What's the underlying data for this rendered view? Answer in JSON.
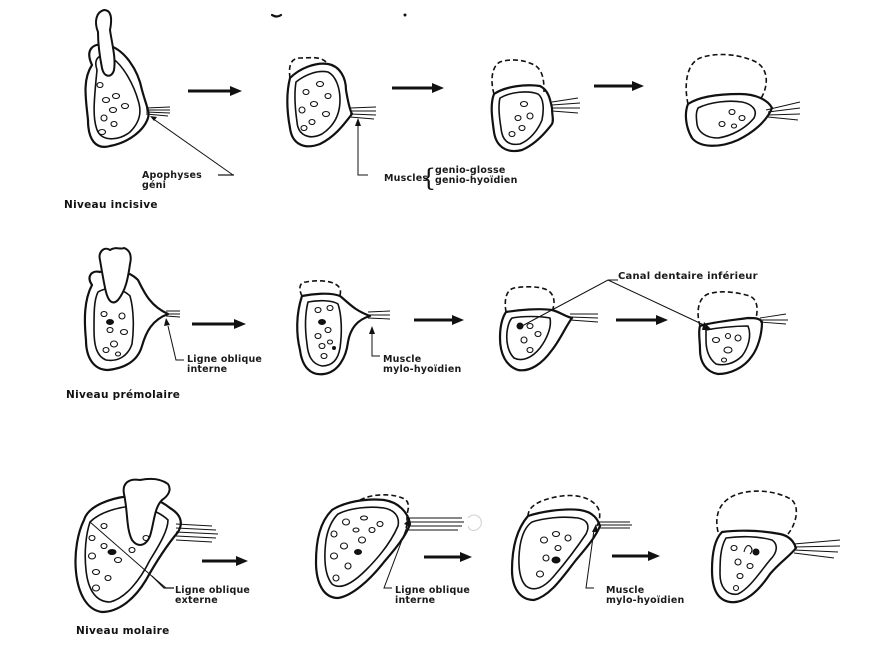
{
  "figure": {
    "header_marks": [
      "˘",
      "."
    ],
    "rows": [
      {
        "id": "incisive",
        "title": "Niveau incisive",
        "stages": 4,
        "labels": {
          "apophyses": [
            "Apophyses",
            "géni"
          ],
          "muscles": "Muscles",
          "muscle_list": [
            "genio-glosse",
            "genio-hyoïdien"
          ]
        }
      },
      {
        "id": "premolaire",
        "title": "Niveau prémolaire",
        "stages": 4,
        "labels": {
          "ligne_oblique_interne": [
            "Ligne oblique",
            "interne"
          ],
          "muscle_mylo": [
            "Muscle",
            "mylo-hyoïdien"
          ],
          "canal": "Canal dentaire inférieur"
        }
      },
      {
        "id": "molaire",
        "title": "Niveau molaire",
        "stages": 4,
        "labels": {
          "ligne_oblique_externe": [
            "Ligne oblique",
            "externe"
          ],
          "ligne_oblique_interne": [
            "Ligne oblique",
            "interne"
          ],
          "muscle_mylo": [
            "Muscle",
            "mylo-hyoïdien"
          ]
        }
      }
    ]
  }
}
